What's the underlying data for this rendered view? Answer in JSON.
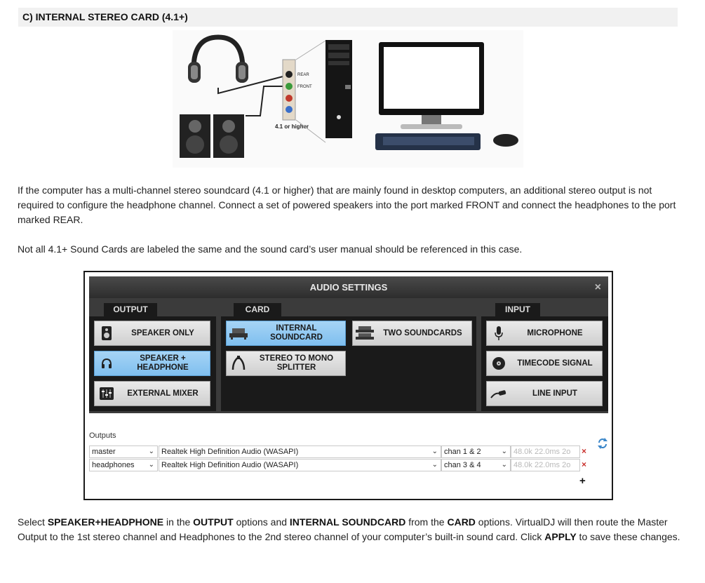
{
  "section": {
    "title": "C) INTERNAL STEREO CARD (4.1+)"
  },
  "illustration": {
    "port_rear": "REAR",
    "port_front": "FRONT",
    "caption": "4.1 or higher"
  },
  "paragraphs": {
    "p1": "If the computer has a multi-channel stereo soundcard (4.1 or higher) that are mainly found in desktop computers, an additional stereo output is not required to configure the headphone channel. Connect a set of powered speakers into the port marked FRONT and connect the headphones to the port marked REAR.",
    "p2": "Not all 4.1+ Sound Cards are labeled the same and the sound card’s user manual should be referenced in this case.",
    "p3": {
      "t1": "Select ",
      "b1": "SPEAKER+HEADPHONE",
      "t2": " in the ",
      "b2": "OUTPUT",
      "t3": " options and ",
      "b3": "INTERNAL SOUNDCARD",
      "t4": " from the ",
      "b4": "CARD",
      "t5": " options. VirtualDJ will then route the Master Output to the 1st stereo channel and Headphones to the 2nd stereo channel of your computer’s built-in sound card. Click ",
      "b5": "APPLY",
      "t6": " to save these changes."
    }
  },
  "audio_settings": {
    "title": "AUDIO SETTINGS",
    "close_glyph": "×",
    "output_tab": "OUTPUT",
    "card_tab": "CARD",
    "input_tab": "INPUT",
    "output_options": [
      {
        "label": "SPEAKER ONLY",
        "icon": "speaker-icon",
        "active": false
      },
      {
        "label": "SPEAKER + HEADPHONE",
        "icon": "headphone-icon",
        "active": true
      },
      {
        "label": "EXTERNAL MIXER",
        "icon": "mixer-icon",
        "active": false
      }
    ],
    "card_options": [
      {
        "label": "INTERNAL SOUNDCARD",
        "icon": "soundcard-icon",
        "active": true
      },
      {
        "label": "TWO SOUNDCARDS",
        "icon": "two-soundcards-icon",
        "active": false
      },
      {
        "label": "STEREO TO MONO SPLITTER",
        "icon": "splitter-cable-icon",
        "active": false
      }
    ],
    "input_options": [
      {
        "label": "MICROPHONE",
        "icon": "microphone-icon",
        "active": false
      },
      {
        "label": "TIMECODE SIGNAL",
        "icon": "vinyl-icon",
        "active": false
      },
      {
        "label": "LINE INPUT",
        "icon": "line-cable-icon",
        "active": false
      }
    ],
    "outputs_label": "Outputs",
    "rows": [
      {
        "name": "master",
        "device": "Realtek High Definition Audio (WASAPI)",
        "channel": "chan 1 & 2",
        "format": "48.0k 22.0ms 2o"
      },
      {
        "name": "headphones",
        "device": "Realtek High Definition Audio (WASAPI)",
        "channel": "chan 3 & 4",
        "format": "48.0k 22.0ms 2o"
      }
    ],
    "delete_glyph": "×",
    "add_glyph": "+",
    "chevron_glyph": "⌄"
  },
  "colors": {
    "active_button": "#7fbfef",
    "panel_dark": "#1a1a1a",
    "delete_red": "#c9302c"
  }
}
